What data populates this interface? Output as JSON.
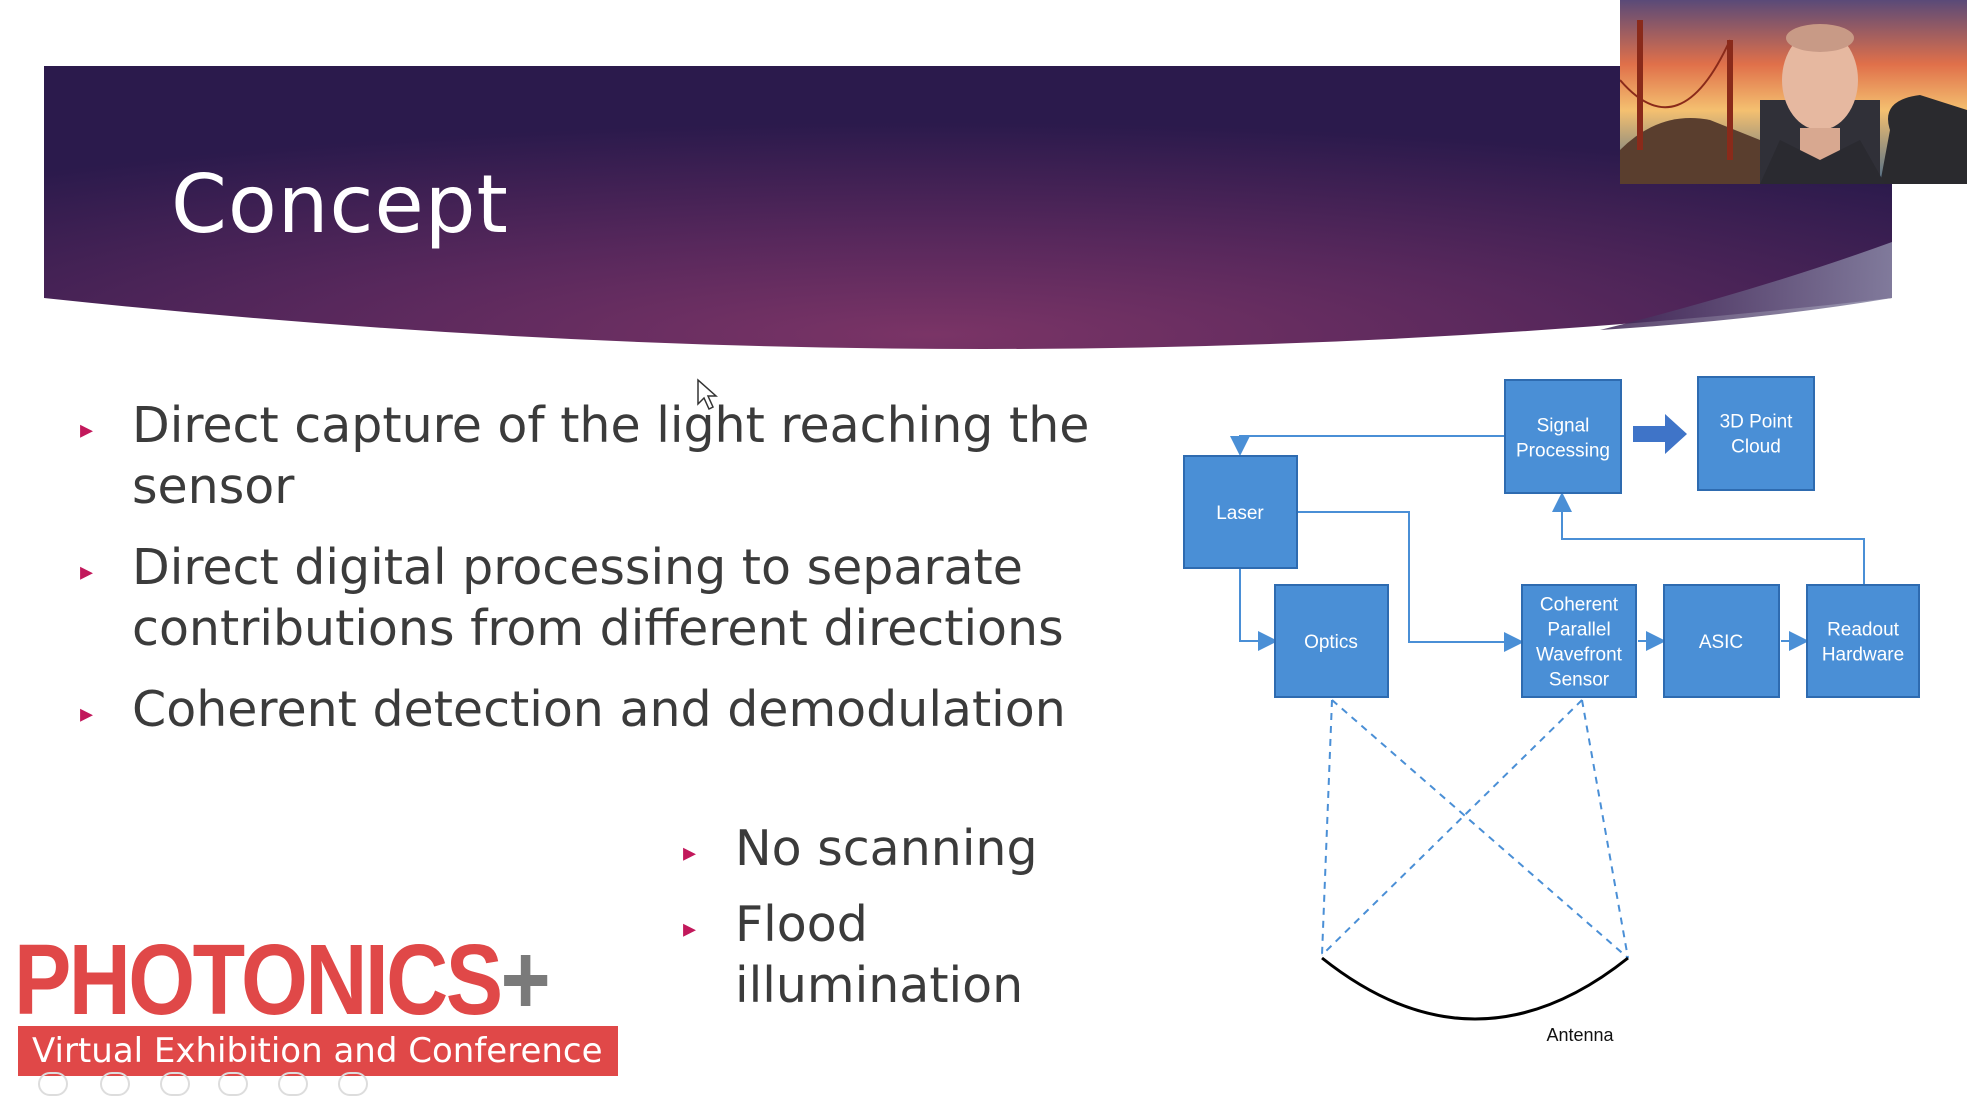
{
  "slide": {
    "title": "Concept",
    "bullets": [
      "Direct capture of the light reaching the sensor",
      "Direct digital processing to separate contributions from different directions",
      "Coherent detection and demodulation"
    ],
    "sub_bullets": [
      "No scanning",
      "Flood illumination"
    ],
    "bullet_marker": "▸"
  },
  "diagram": {
    "blocks": {
      "signal_processing": "Signal\nProcessing",
      "point_cloud": "3D Point\nCloud",
      "laser": "Laser",
      "optics": "Optics",
      "sensor": "Coherent\nParallel\nWavefront\nSensor",
      "asic": "ASIC",
      "readout": "Readout\nHardware"
    },
    "antenna_label": "Antenna"
  },
  "logo": {
    "name": "PHOTONICS",
    "plus": "+",
    "tagline": "Virtual Exhibition and Conference"
  },
  "colors": {
    "banner_dark": "#2e1a4e",
    "banner_mid": "#6a2e62",
    "accent": "#c2185b",
    "block_fill": "#4a8fd6",
    "block_stroke": "#2e6bb0",
    "logo_red": "#e04848"
  }
}
